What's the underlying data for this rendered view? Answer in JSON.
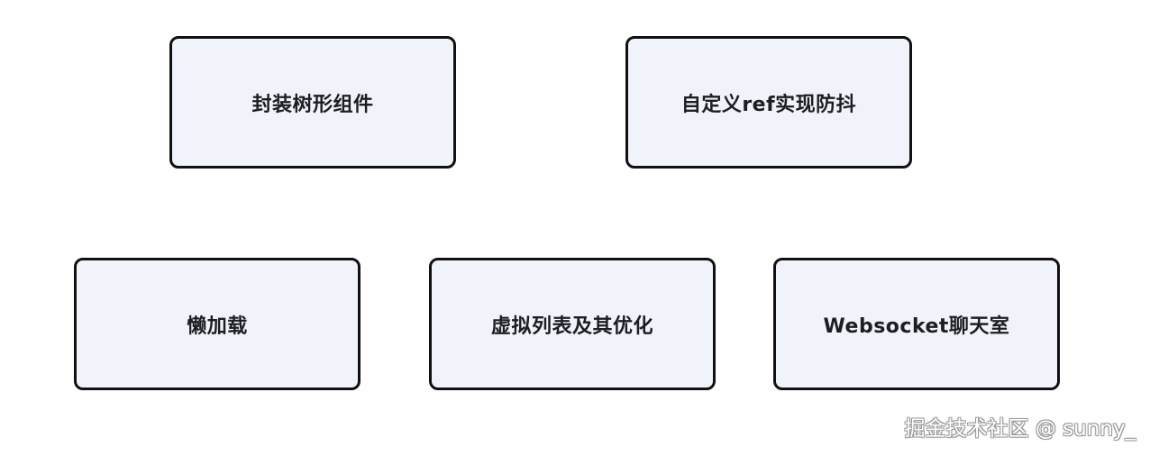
{
  "nodes": [
    {
      "label": "封装树形组件"
    },
    {
      "label": "自定义ref实现防抖"
    },
    {
      "label": "懒加载"
    },
    {
      "label": "虚拟列表及其优化"
    },
    {
      "label": "Websocket聊天室"
    }
  ],
  "watermark": "掘金技术社区 @ sunny_",
  "colors": {
    "node_fill": "#f0f3fa",
    "node_border": "#111111",
    "text": "#1d1d22"
  }
}
